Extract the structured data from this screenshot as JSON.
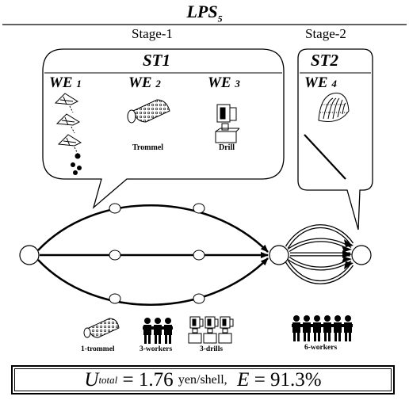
{
  "title": {
    "main": "LPS",
    "sub": "5"
  },
  "stages": {
    "stage1": "Stage-1",
    "stage2": "Stage-2"
  },
  "stations": {
    "st1": "ST1",
    "st2": "ST2"
  },
  "work_elements": {
    "we1": {
      "label": "WE",
      "num": "1"
    },
    "we2": {
      "label": "WE",
      "num": "2"
    },
    "we3": {
      "label": "WE",
      "num": "3"
    },
    "we4": {
      "label": "WE",
      "num": "4"
    }
  },
  "equipment_labels": {
    "trommel": "Trommel",
    "drill": "Drill"
  },
  "resources": {
    "trommel": "1-trommel",
    "workers3": "3-workers",
    "drills": "3-drills",
    "workers6": "6-workers"
  },
  "result": {
    "u_symbol": "U",
    "u_sub": "total",
    "equals1": " = 1.76 ",
    "unit": "yen/shell,",
    "e_symbol": "E",
    "equals2": " = 91.3%"
  }
}
